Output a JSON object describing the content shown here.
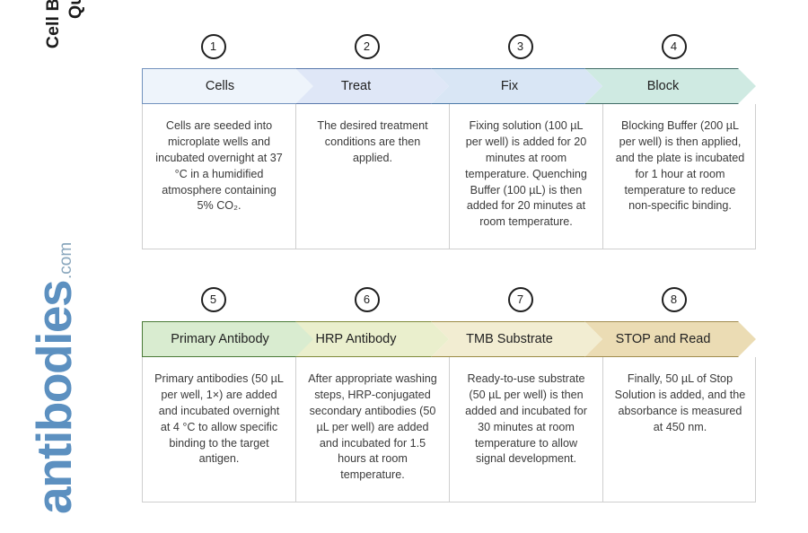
{
  "title": {
    "line1": "Cell Based ELISA Kits",
    "line2": "Quick Protocol"
  },
  "logo": {
    "name": "antibodies",
    "suffix": ".com",
    "color": "#5c90c0"
  },
  "rows": [
    {
      "id": "row-1",
      "steps": [
        {
          "number": "1",
          "label": "Cells",
          "fill": "#eef4fb",
          "stroke": "#7292bd",
          "description": "Cells are seeded into microplate wells and incubated overnight at 37 °C in a humidified atmosphere containing 5% CO₂."
        },
        {
          "number": "2",
          "label": "Treat",
          "fill": "#dfe7f7",
          "stroke": "#5878ab",
          "description": "The desired treatment conditions are then applied."
        },
        {
          "number": "3",
          "label": "Fix",
          "fill": "#d9e6f5",
          "stroke": "#4b79a8",
          "description": "Fixing solution (100 µL per well) is added for 20 minutes at room temperature. Quenching Buffer (100 µL) is then added for 20 minutes at room temperature."
        },
        {
          "number": "4",
          "label": "Block",
          "fill": "#cfeae2",
          "stroke": "#3f6b66",
          "description": "Blocking Buffer (200 µL per well) is then applied, and the plate is incubated for 1 hour at room temperature to reduce non-specific binding."
        }
      ]
    },
    {
      "id": "row-2",
      "steps": [
        {
          "number": "5",
          "label": "Primary Antibody",
          "fill": "#d9ecd0",
          "stroke": "#4a7a37",
          "description": "Primary antibodies (50 µL per well, 1×) are added and incubated overnight at 4 °C to allow specific binding to the target antigen."
        },
        {
          "number": "6",
          "label": "HRP Antibody",
          "fill": "#eaefcd",
          "stroke": "#7f8a3a",
          "description": "After appropriate washing steps, HRP-conjugated secondary antibodies (50 µL per well) are added and incubated for 1.5 hours at room temperature."
        },
        {
          "number": "7",
          "label": "TMB Substrate",
          "fill": "#f2edd2",
          "stroke": "#9b8b45",
          "description": "Ready-to-use substrate (50 µL per well) is then added and incubated for 30 minutes at room temperature to allow signal development."
        },
        {
          "number": "8",
          "label": "STOP and Read",
          "fill": "#ebdcb4",
          "stroke": "#a08b4e",
          "description": "Finally, 50 µL of Stop Solution is added, and the absorbance is measured at 450 nm."
        }
      ]
    }
  ]
}
